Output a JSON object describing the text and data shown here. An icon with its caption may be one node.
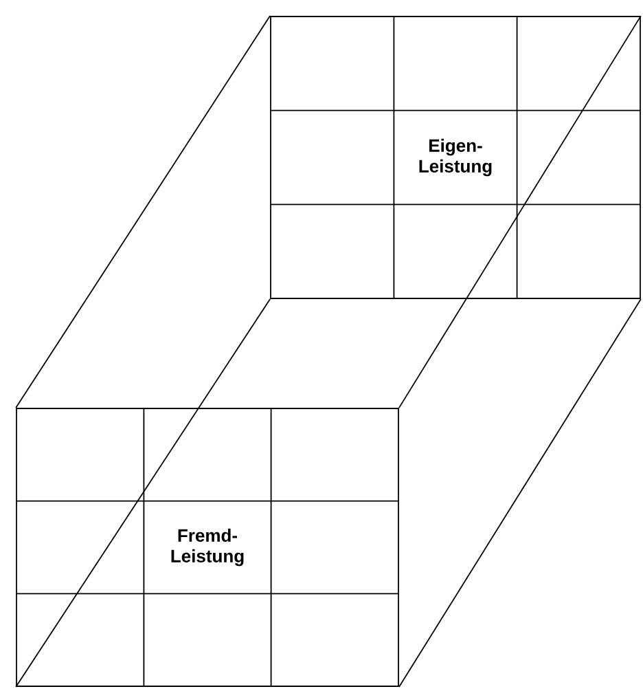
{
  "diagram": {
    "nodes": [
      {
        "text": [
          "Eigen- Leistung"
        ]
      },
      {
        "text": [
          "Fremd- Leistung"
        ]
      }
    ],
    "edges": [
      {
        "from": 1,
        "to": 0,
        "arrow": "none"
      },
      {
        "from": 1,
        "to": 0,
        "arrow": "none"
      },
      {
        "from": 1,
        "to": 0,
        "arrow": "none"
      },
      {
        "from": 1,
        "to": 0,
        "arrow": "none"
      }
    ]
  }
}
